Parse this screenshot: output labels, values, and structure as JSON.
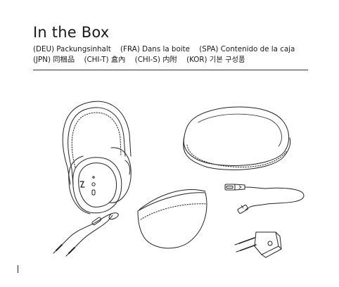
{
  "title": "In the Box",
  "translations": {
    "line1": [
      {
        "code": "(DEU)",
        "text": "Packungsinhalt"
      },
      {
        "code": "(FRA)",
        "text": "Dans la boite"
      },
      {
        "code": "(SPA)",
        "text": "Contenido de la caja"
      }
    ],
    "line2": [
      {
        "code": "(JPN)",
        "text": "同梱品"
      },
      {
        "code": "(CHI-T)",
        "text": "盒內"
      },
      {
        "code": "(CHI-S)",
        "text": "内附"
      },
      {
        "code": "(KOR)",
        "text": "기본 구성품"
      }
    ]
  },
  "items": [
    "headphones",
    "carry-case",
    "usb-c-cable",
    "audio-cable",
    "pouch",
    "flight-adapter"
  ]
}
